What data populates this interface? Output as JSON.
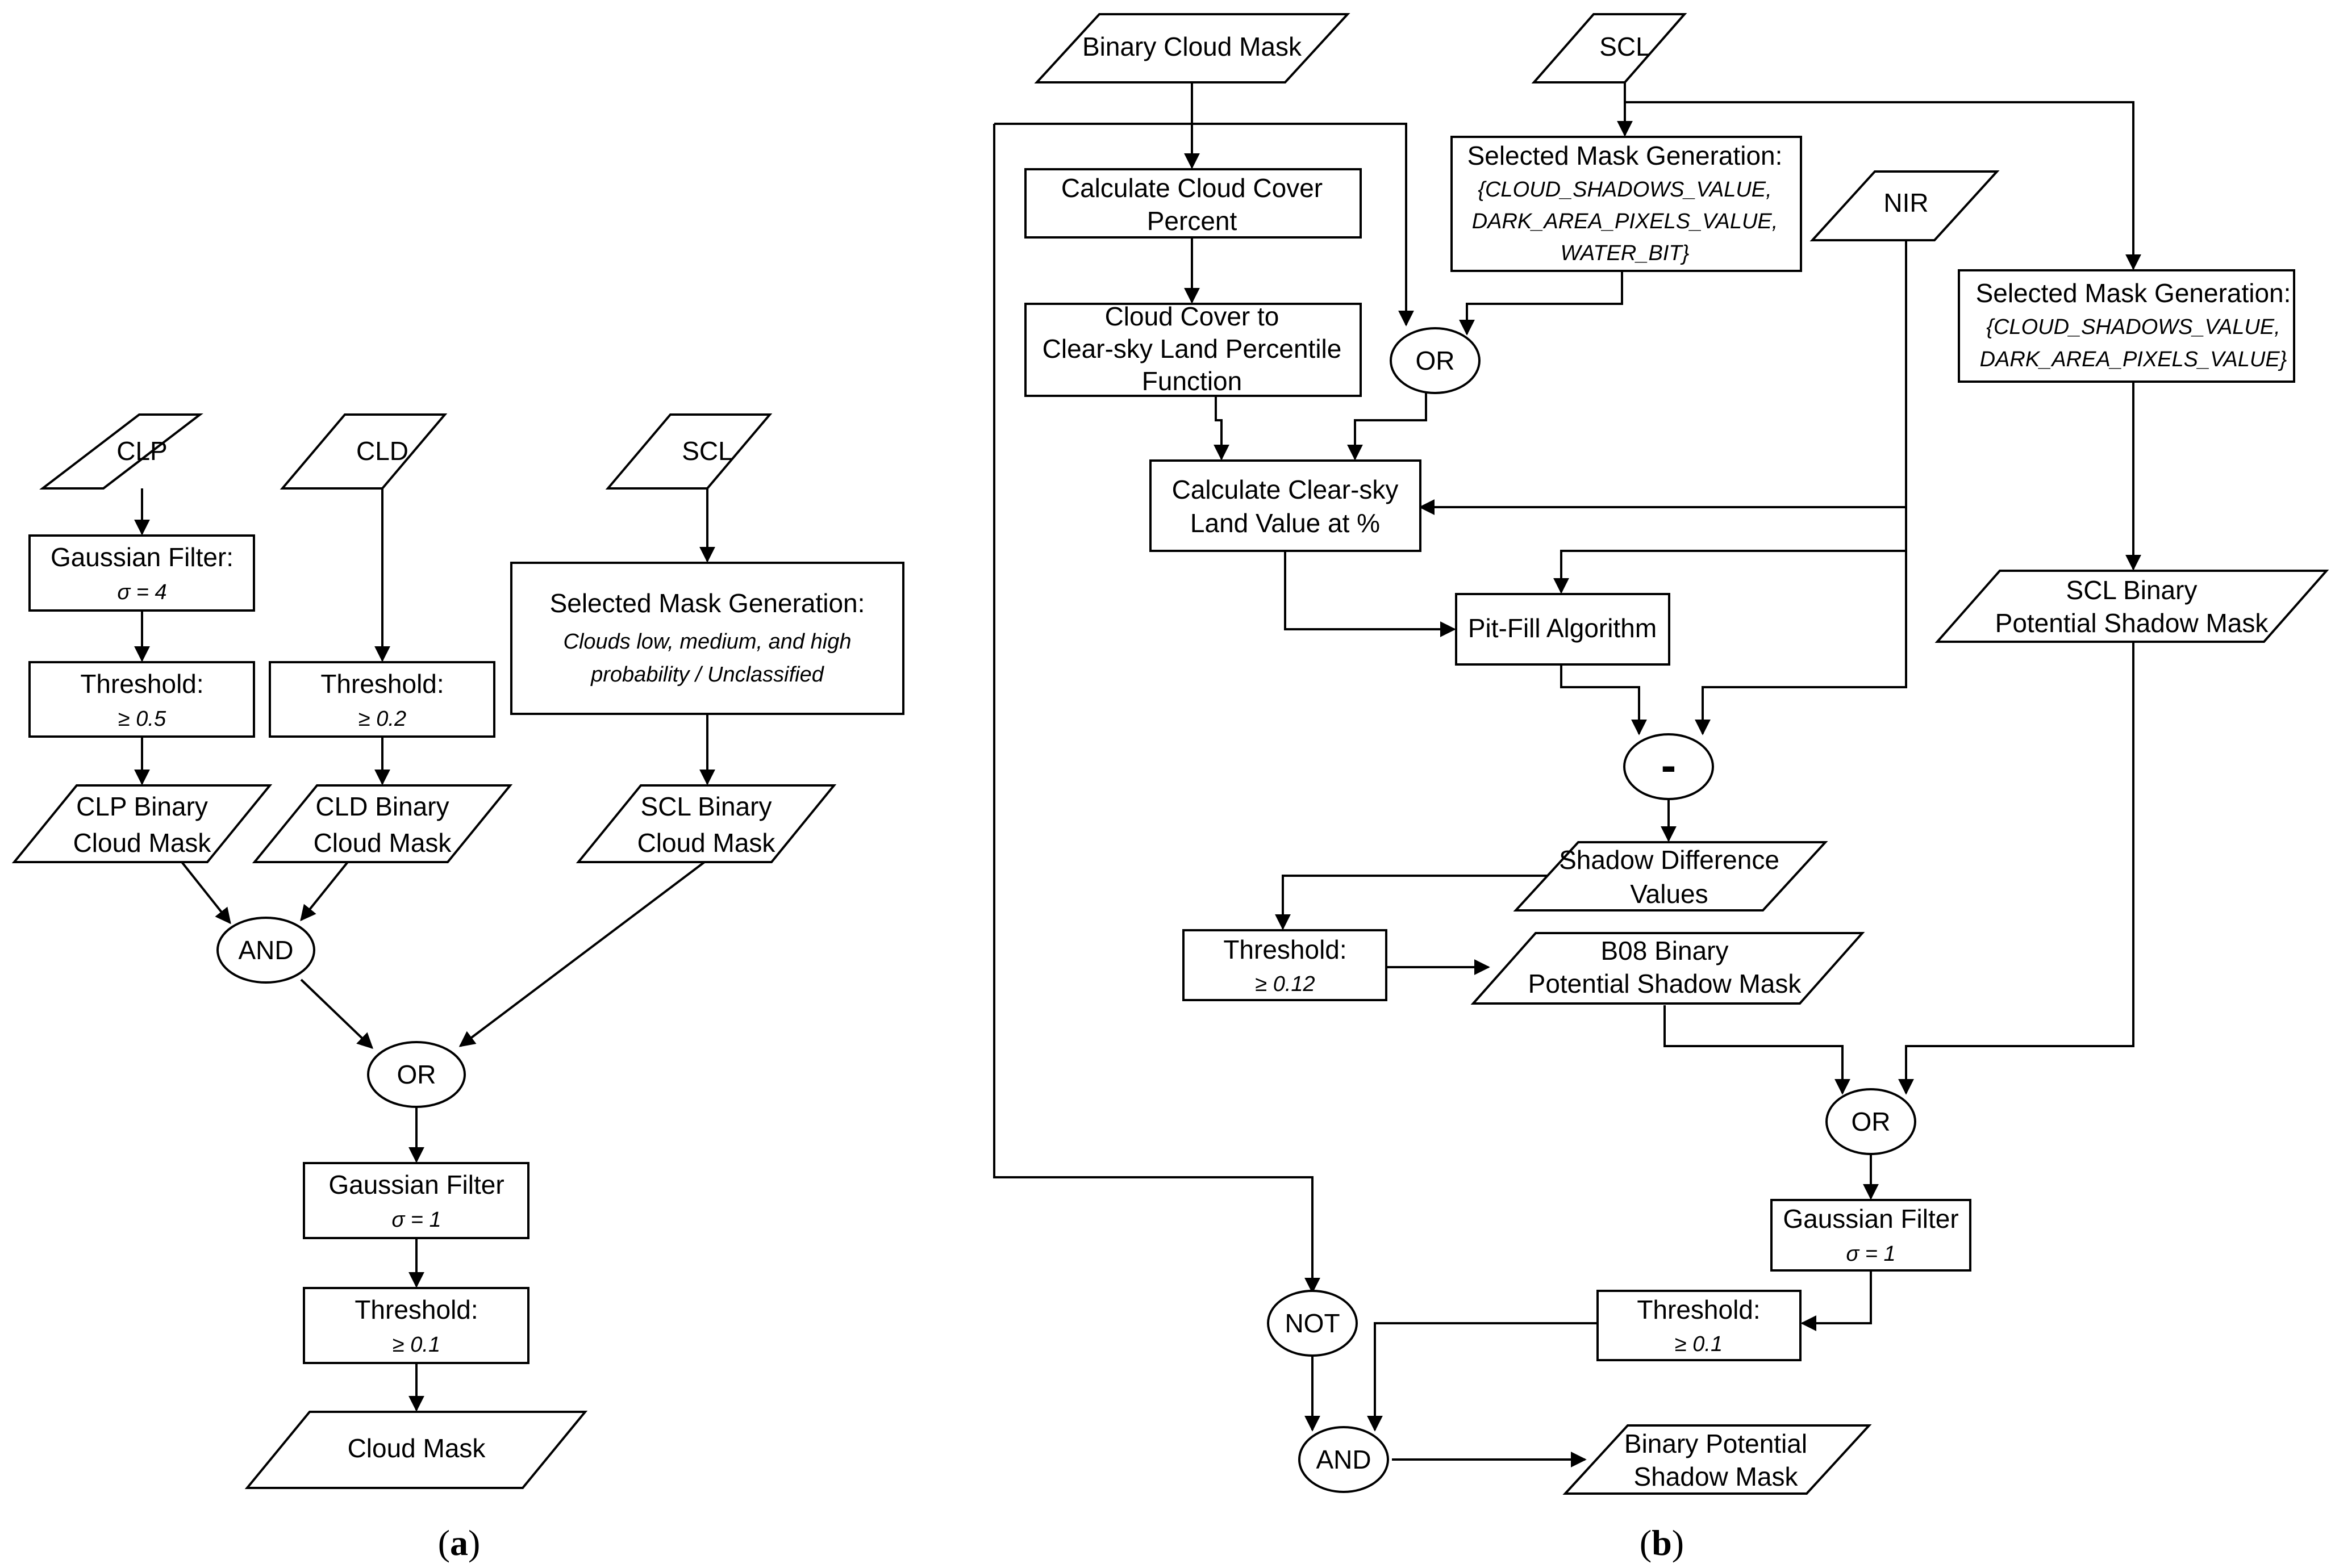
{
  "panel_a": {
    "caption": "a",
    "clp": "CLP",
    "cld": "CLD",
    "scl": "SCL",
    "gaussian_filter_a": {
      "title": "Gaussian Filter:",
      "param": "σ = 4"
    },
    "threshold_clp": {
      "title": "Threshold:",
      "param": "≥ 0.5"
    },
    "threshold_cld": {
      "title": "Threshold:",
      "param": "≥ 0.2"
    },
    "selected_mask_scl": {
      "title": "Selected Mask Generation:",
      "line1": "Clouds low, medium, and high",
      "line2": "probability / Unclassified"
    },
    "clp_binary": {
      "line1": "CLP Binary",
      "line2": "Cloud Mask"
    },
    "cld_binary": {
      "line1": "CLD Binary",
      "line2": "Cloud Mask"
    },
    "scl_binary": {
      "line1": "SCL Binary",
      "line2": "Cloud Mask"
    },
    "and": "AND",
    "or": "OR",
    "gaussian_filter_b": {
      "title": "Gaussian Filter",
      "param": "σ = 1"
    },
    "threshold_final": {
      "title": "Threshold:",
      "param": "≥ 0.1"
    },
    "cloud_mask": "Cloud Mask"
  },
  "panel_b": {
    "caption": "b",
    "binary_cloud_mask": "Binary Cloud Mask",
    "scl": "SCL",
    "nir": "NIR",
    "calc_cloud_cover": {
      "line1": "Calculate Cloud Cover",
      "line2": "Percent"
    },
    "cloud_cover_fn": {
      "line1": "Cloud Cover to",
      "line2": "Clear-sky Land Percentile",
      "line3": "Function"
    },
    "selected_mask_1": {
      "title": "Selected Mask Generation:",
      "line1": "{CLOUD_SHADOWS_VALUE,",
      "line2": "DARK_AREA_PIXELS_VALUE,",
      "line3": "WATER_BIT}"
    },
    "selected_mask_2": {
      "title": "Selected Mask Generation:",
      "line1": "{CLOUD_SHADOWS_VALUE,",
      "line2": "DARK_AREA_PIXELS_VALUE}"
    },
    "or_top": "OR",
    "calc_clear_sky": {
      "line1": "Calculate Clear-sky",
      "line2": "Land Value at %"
    },
    "pit_fill": "Pit-Fill Algorithm",
    "minus": "-",
    "shadow_diff": {
      "line1": "Shadow Difference",
      "line2": "Values"
    },
    "threshold_012": {
      "title": "Threshold:",
      "param": "≥ 0.12"
    },
    "b08_binary": {
      "line1": "B08 Binary",
      "line2": "Potential Shadow Mask"
    },
    "scl_binary_shadow": {
      "line1": "SCL Binary",
      "line2": "Potential Shadow Mask"
    },
    "or_right": "OR",
    "gaussian_filter": {
      "title": "Gaussian Filter",
      "param": "σ = 1"
    },
    "threshold_01": {
      "title": "Threshold:",
      "param": "≥ 0.1"
    },
    "not": "NOT",
    "and": "AND",
    "binary_potential_shadow": {
      "line1": "Binary Potential",
      "line2": "Shadow Mask"
    }
  }
}
